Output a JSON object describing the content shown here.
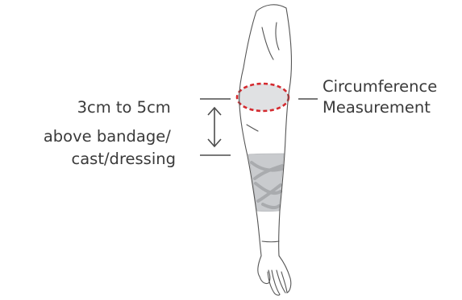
{
  "colors": {
    "measurement_band_fill": "#e0e1e3",
    "measurement_band_outline": "#d42a2f",
    "bandage_fill": "#c9cbce",
    "bandage_pattern": "#a9abae",
    "arm_outline": "#555555",
    "guide_lines": "#4d4d4d",
    "text": "#3a3a3a"
  },
  "labels": {
    "measurement": {
      "line1": "Circumference",
      "line2": "Measurement"
    },
    "distance": {
      "line1": "3cm to 5cm",
      "line2": "above bandage/",
      "line3": "cast/dressing"
    }
  }
}
